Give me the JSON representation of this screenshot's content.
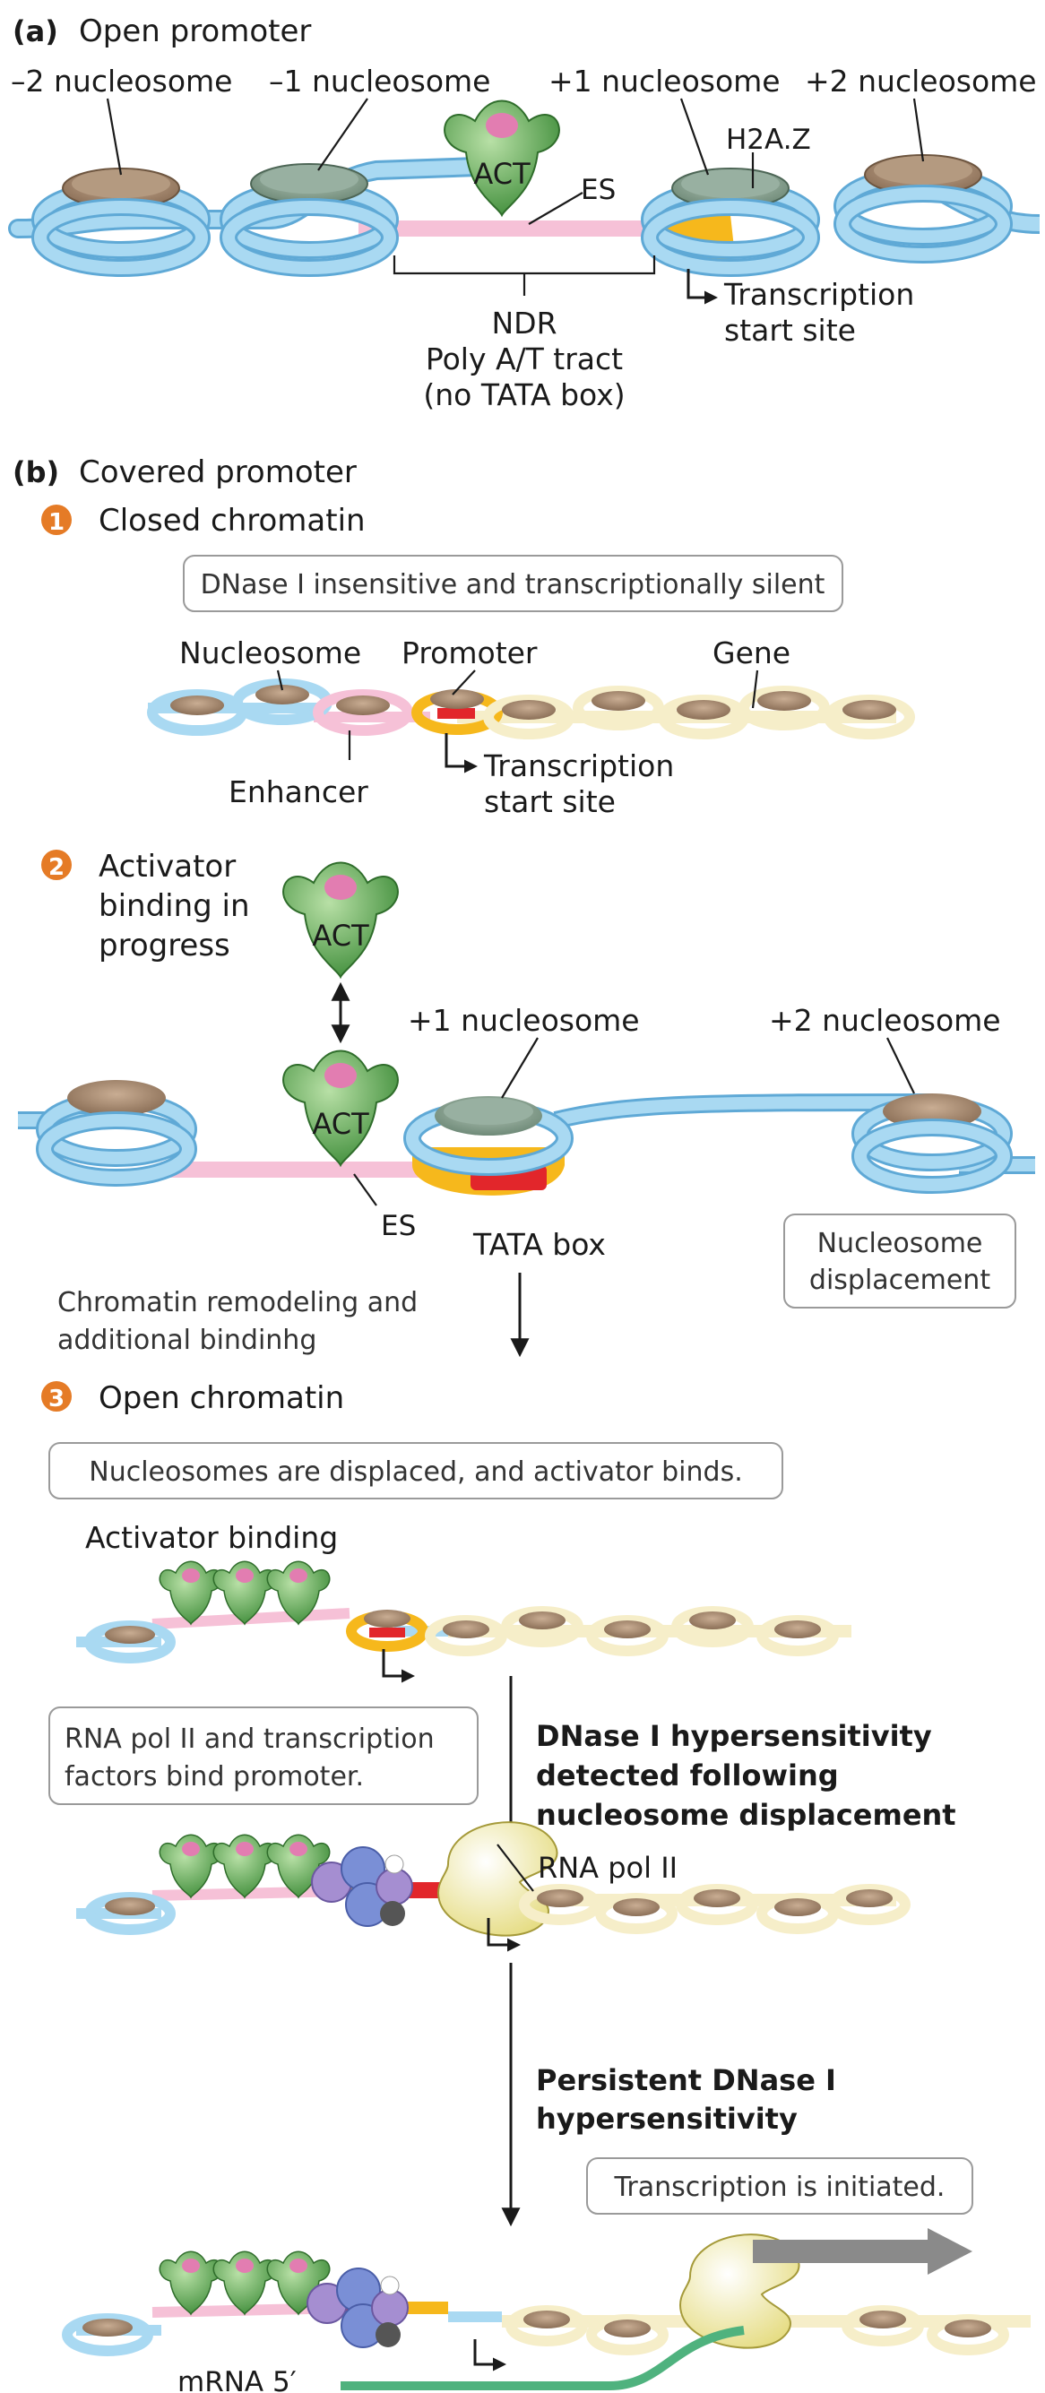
{
  "panel_a": {
    "letter": "(a)",
    "title": "Open promoter",
    "labels": {
      "minus2": "–2 nucleosome",
      "minus1": "–1 nucleosome",
      "plus1": "+1 nucleosome",
      "plus2": "+2 nucleosome",
      "h2az": "H2A.Z",
      "act": "ACT",
      "es": "ES",
      "tss_line1": "Transcription",
      "tss_line2": "start site",
      "ndr_line1": "NDR",
      "ndr_line2": "Poly A/T tract",
      "ndr_line3": "(no TATA box)"
    }
  },
  "panel_b": {
    "letter": "(b)",
    "title": "Covered promoter",
    "step1": {
      "number": "1",
      "title": "Closed chromatin",
      "note": "DNase I insensitive and transcriptionally silent",
      "labels": {
        "nucleosome": "Nucleosome",
        "promoter": "Promoter",
        "gene": "Gene",
        "enhancer": "Enhancer",
        "tss_line1": "Transcription",
        "tss_line2": "start site"
      }
    },
    "step2": {
      "number": "2",
      "title_line1": "Activator",
      "title_line2": "binding in",
      "title_line3": "progress",
      "labels": {
        "act_top": "ACT",
        "act_bound": "ACT",
        "plus1": "+1 nucleosome",
        "plus2": "+2 nucleosome",
        "es": "ES",
        "tata": "TATA box",
        "displacement_line1": "Nucleosome",
        "displacement_line2": "displacement",
        "remodel_line1": "Chromatin remodeling and",
        "remodel_line2": "additional bindinhg"
      }
    },
    "step3": {
      "number": "3",
      "title": "Open chromatin",
      "note": "Nucleosomes are displaced, and activator binds.",
      "labels": {
        "activator_binding": "Activator binding",
        "polII_box_line1": "RNA pol II and transcription",
        "polII_box_line2": "factors bind promoter.",
        "hyper_line1": "DNase I hypersensitivity",
        "hyper_line2": "detected following",
        "hyper_line3": "nucleosome displacement",
        "rna_pol": "RNA pol II",
        "persist_line1": "Persistent DNase I",
        "persist_line2": "hypersensitivity",
        "initiated": "Transcription is initiated.",
        "mrna": "mRNA 5′"
      }
    }
  },
  "colors": {
    "dna_blue": "#a9d9f2",
    "dna_outline": "#5fa9d6",
    "linker_pink": "#f6c1d7",
    "nucleosome_brown": "#a68b72",
    "nucleosome_green": "#8ba394",
    "activator_green": "#5faa56",
    "activator_pink": "#e27db1",
    "tata_red": "#e2262b",
    "tss_yellow": "#f6b81c",
    "gene_cream": "#f6eec9",
    "pol_yellow": "#f4eeb0",
    "tf_blue": "#7a8fd6",
    "tf_purple": "#a58ed1",
    "mrna_green": "#4fb27e",
    "step_badge": "#e57b26",
    "big_arrow_gray": "#8a8a8a"
  }
}
